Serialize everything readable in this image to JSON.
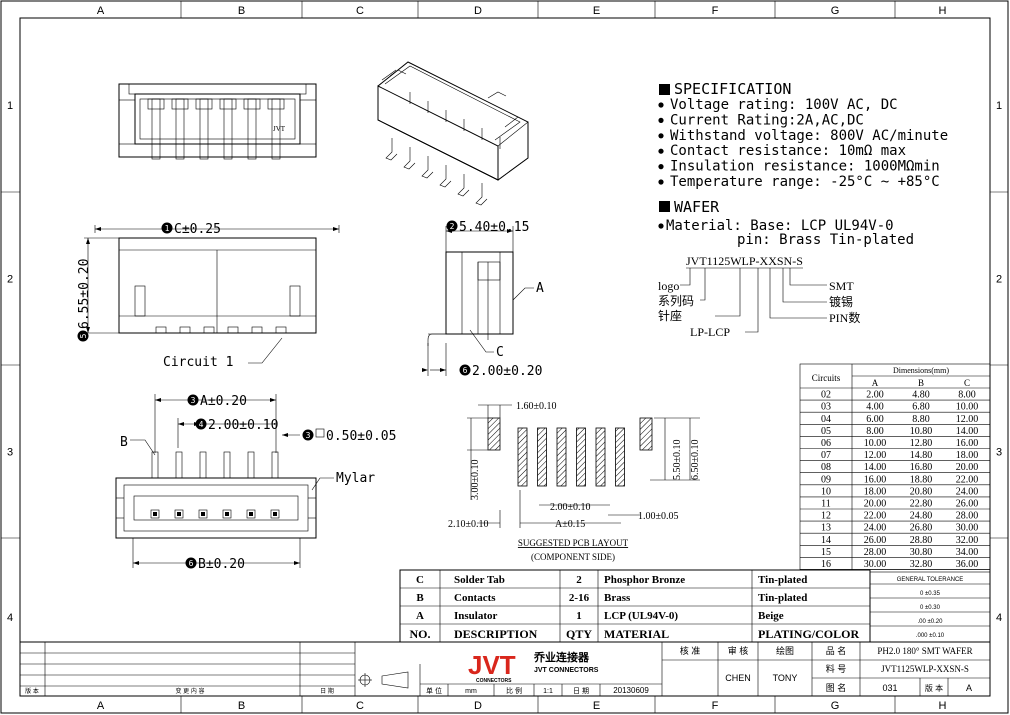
{
  "border": {
    "cols": [
      "A",
      "B",
      "C",
      "D",
      "E",
      "F",
      "G",
      "H"
    ],
    "rows": [
      "1",
      "2",
      "3",
      "4"
    ]
  },
  "specification": {
    "title": "SPECIFICATION",
    "items": [
      "Voltage rating: 100V AC, DC",
      "Current Rating:2A,AC,DC",
      "Withstand voltage: 800V AC/minute",
      "Contact resistance: 10mΩ max",
      "Insulation resistance: 1000MΩmin",
      "Temperature range: -25°C ~ +85°C"
    ]
  },
  "wafer": {
    "title": "WAFER",
    "material_line1": "Material: Base: LCP UL94V-0",
    "material_line2": "pin: Brass Tin-plated"
  },
  "part_number": {
    "code": "JVT1125WLP-XXSN-S",
    "labels": {
      "logo": "logo",
      "series": "系列码",
      "header": "针座",
      "lp_lcp": "LP-LCP",
      "smt": "SMT",
      "plating": "镀锡",
      "pin": "PIN数"
    }
  },
  "dimensions_labels": {
    "c_width": "C±0.25",
    "height": "6.55±0.20",
    "circuit1": "Circuit 1",
    "depth": "5.40±0.15",
    "side_a": "A",
    "side_c": "C",
    "side_bottom": "2.00±0.20",
    "a_dim": "A±0.20",
    "pitch": "2.00±0.10",
    "pin_sq": "0.50±0.05",
    "b_label": "B",
    "mylar": "Mylar",
    "b_dim": "B±0.20"
  },
  "circle_numbers": {
    "c_width": "1",
    "depth": "2",
    "a_dim": "3",
    "pitch": "4",
    "pin_sq": "3",
    "height": "5",
    "side_bottom": "6",
    "b_dim": "6"
  },
  "pcb_layout": {
    "top_pad": "1.60±0.10",
    "left_height": "3.00±0.10",
    "right_h1": "5.50±0.10",
    "right_h2": "6.50±0.10",
    "pitch": "2.00±0.10",
    "offset": "2.10±0.10",
    "a_span": "A±0.15",
    "pad_w": "1.00±0.05",
    "caption1": "SUGGESTED PCB LAYOUT",
    "caption2": "(COMPONENT SIDE)"
  },
  "dim_table": {
    "title": "Dimensions(mm)",
    "circuits_header": "Circuits",
    "cols": [
      "A",
      "B",
      "C"
    ],
    "rows": [
      [
        "02",
        "2.00",
        "4.80",
        "8.00"
      ],
      [
        "03",
        "4.00",
        "6.80",
        "10.00"
      ],
      [
        "04",
        "6.00",
        "8.80",
        "12.00"
      ],
      [
        "05",
        "8.00",
        "10.80",
        "14.00"
      ],
      [
        "06",
        "10.00",
        "12.80",
        "16.00"
      ],
      [
        "07",
        "12.00",
        "14.80",
        "18.00"
      ],
      [
        "08",
        "14.00",
        "16.80",
        "20.00"
      ],
      [
        "09",
        "16.00",
        "18.80",
        "22.00"
      ],
      [
        "10",
        "18.00",
        "20.80",
        "24.00"
      ],
      [
        "11",
        "20.00",
        "22.80",
        "26.00"
      ],
      [
        "12",
        "22.00",
        "24.80",
        "28.00"
      ],
      [
        "13",
        "24.00",
        "26.80",
        "30.00"
      ],
      [
        "14",
        "26.00",
        "28.80",
        "32.00"
      ],
      [
        "15",
        "28.00",
        "30.80",
        "34.00"
      ],
      [
        "16",
        "30.00",
        "32.80",
        "36.00"
      ]
    ]
  },
  "bom": {
    "header": [
      "NO.",
      "DESCRIPTION",
      "QTY",
      "MATERIAL",
      "PLATING/COLOR"
    ],
    "rows": [
      [
        "C",
        "Solder Tab",
        "2",
        "Phosphor Bronze",
        "Tin-plated"
      ],
      [
        "B",
        "Contacts",
        "2-16",
        "Brass",
        "Tin-plated"
      ],
      [
        "A",
        "Insulator",
        "1",
        "LCP (UL94V-0)",
        "Beige"
      ]
    ]
  },
  "tolerance": {
    "title": "GENERAL TOLERANCE",
    "rows": [
      "0   ±0.35",
      "0   ±0.30",
      ".00  ±0.20",
      ".000 ±0.10"
    ]
  },
  "title_block": {
    "logo_text": "JVT",
    "logo_sub": "CONNECTORS",
    "company_cn": "乔业连接器",
    "company_en": "JVT CONNECTORS",
    "approve": "核 准",
    "review": "审 核",
    "draw": "绘图",
    "reviewer": "CHEN",
    "drawer": "TONY",
    "name_label": "品 名",
    "name_value": "PH2.0 180° SMT WAFER",
    "part_label": "料 号",
    "part_value": "JVT1125WLP-XXSN-S",
    "drawing_label": "图 名",
    "drawing_value": "031",
    "version_label": "版 本",
    "version_value": "A",
    "unit_label": "单 位",
    "unit_value": "mm",
    "scale_label": "比 例",
    "scale_value": "1:1",
    "date_label": "日 期",
    "date_value": "20130609",
    "rev_ver": "版 本",
    "rev_content": "变 更 内 容",
    "rev_date": "日 期"
  }
}
